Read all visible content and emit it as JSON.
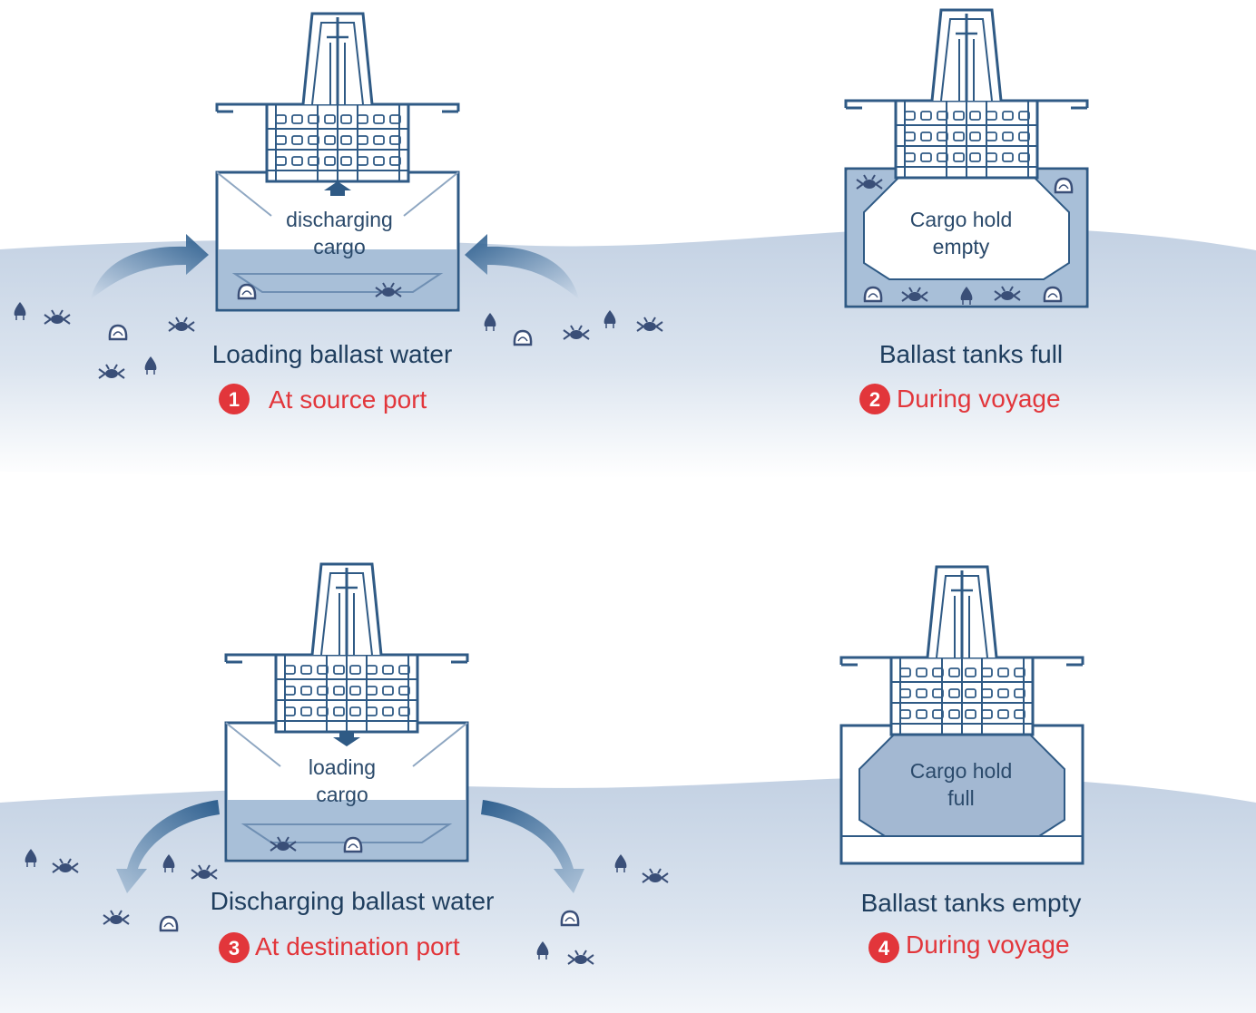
{
  "colors": {
    "ship_outline": "#2f5a85",
    "water": "#c9d6e6",
    "ballast_water": "#a8bfd8",
    "cargo_fill": "#a3b8d2",
    "arrow": "#3b6f9e",
    "label_text": "#2b4a6b",
    "step_red": "#e2363b",
    "organism": "#3a4f78"
  },
  "panels": [
    {
      "step_number": "1",
      "hold_label_line1": "discharging",
      "hold_label_line2": "cargo",
      "caption": "Loading ballast water",
      "step_label": "At source port",
      "hold_arrow_icon": "arrow-up-icon",
      "ballast_level": 1.0,
      "cargo_level": 0.0,
      "flow": "into-ship"
    },
    {
      "step_number": "2",
      "hold_label_line1": "Cargo hold",
      "hold_label_line2": "empty",
      "caption": "Ballast tanks full",
      "step_label": "During voyage",
      "ballast_level": 1.0,
      "cargo_level": 0.0,
      "flow": "none"
    },
    {
      "step_number": "3",
      "hold_label_line1": "loading",
      "hold_label_line2": "cargo",
      "caption": "Discharging ballast water",
      "step_label": "At destination port",
      "hold_arrow_icon": "arrow-down-icon",
      "ballast_level": 1.0,
      "cargo_level": 0.0,
      "flow": "out-of-ship"
    },
    {
      "step_number": "4",
      "hold_label_line1": "Cargo hold",
      "hold_label_line2": "full",
      "caption": "Ballast tanks empty",
      "step_label": "During voyage",
      "ballast_level": 0.0,
      "cargo_level": 1.0,
      "flow": "none"
    }
  ]
}
